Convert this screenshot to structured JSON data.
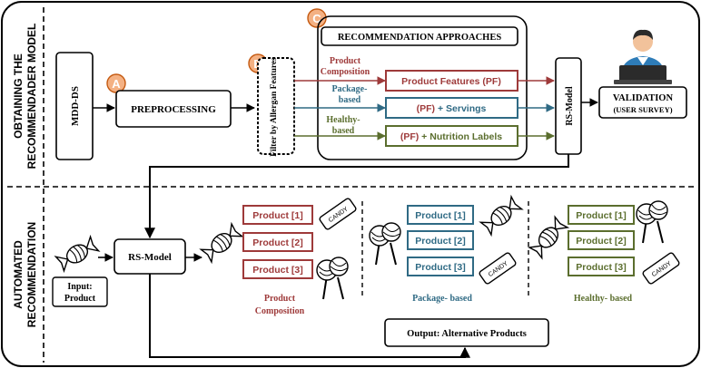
{
  "sections": {
    "top_label_line1": "OBTAINING THE",
    "top_label_line2": "RECOMMENDADER MODEL",
    "bottom_label_line1": "AUTOMATED",
    "bottom_label_line2": "RECOMMENDATION"
  },
  "steps": {
    "a_badge": "A",
    "b_badge": "B",
    "c_badge": "C"
  },
  "top": {
    "dataset": "MDD-DS",
    "preprocessing": "PREPROCESSING",
    "filter": "Filter by Allergan Features",
    "approaches_title": "RECOMMENDATION APPROACHES",
    "approach_labels": [
      {
        "line1": "Product",
        "line2": "Composition"
      },
      {
        "line1": "Package-",
        "line2": "based"
      },
      {
        "line1": "Healthy-",
        "line2": "based"
      }
    ],
    "approach_boxes": [
      {
        "pf": "Product Features (PF)",
        "rest": ""
      },
      {
        "pf": "(PF)",
        "rest": " + Servings"
      },
      {
        "pf": "(PF)",
        "rest": " + Nutrition Labels"
      }
    ],
    "rs_model": "RS-Model",
    "validation_line1": "VALIDATION",
    "validation_line2": "(USER SURVEY)"
  },
  "bottom": {
    "input_line1": "Input:",
    "input_line2": "Product",
    "rs_model": "RS-Model",
    "groups": [
      {
        "label_line1": "Product",
        "label_line2": "Composition",
        "items": [
          "Product [1]",
          "Product [2]",
          "Product [3]"
        ]
      },
      {
        "label_line1": "Package- based",
        "label_line2": "",
        "items": [
          "Product [1]",
          "Product [2]",
          "Product [3]"
        ]
      },
      {
        "label_line1": "Healthy- based",
        "label_line2": "",
        "items": [
          "Product [1]",
          "Product [2]",
          "Product [3]"
        ]
      }
    ],
    "output": "Output: Alternative Products"
  },
  "colors": {
    "composition": "#9e3a3a",
    "package": "#2f6a84",
    "healthy": "#5b6e2e",
    "badge_fill": "#f4b183",
    "badge_stroke": "#c55a11",
    "badge_text": "#ffffff"
  }
}
